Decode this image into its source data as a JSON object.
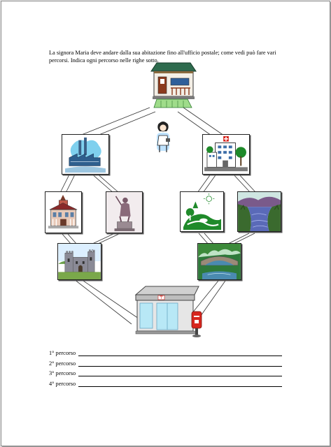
{
  "instructions": "La signora Maria deve andare dalla sua abitazione fino all'ufficio postale; come vedi può fare vari percorsi. Indica ogni percorso nelle righe sotto.",
  "routes": [
    {
      "label": "1° percorso"
    },
    {
      "label": "2° percorso"
    },
    {
      "label": "3° percorso"
    },
    {
      "label": "4° percorso"
    }
  ],
  "icons": {
    "house": "house-icon",
    "woman": "woman-icon",
    "factory": "factory-icon",
    "hospital": "hospital-icon",
    "town_hall": "town-hall-icon",
    "statue": "statue-icon",
    "castle": "castle-icon",
    "park": "park-icon",
    "river": "river-icon",
    "bridge": "bridge-icon",
    "post_office": "post-office-icon",
    "post_office_sign": "〒"
  },
  "colors": {
    "roof_green": "#2e6b4e",
    "park_green": "#1f8a2a",
    "post_red": "#d7261e",
    "sky_blue": "#7fd0ee"
  }
}
